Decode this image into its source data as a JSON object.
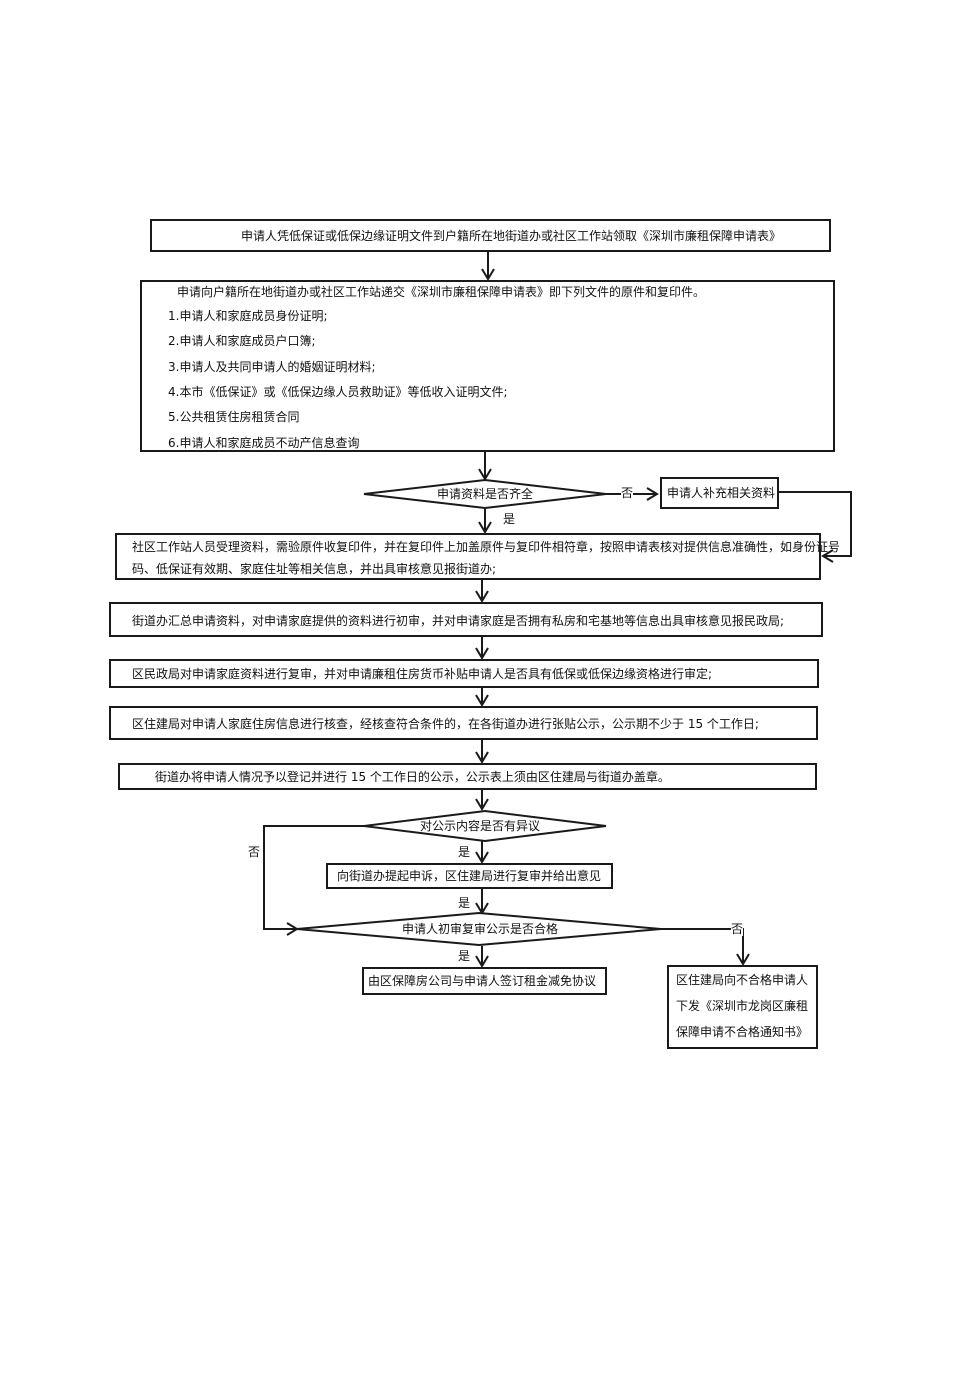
{
  "steps": {
    "step1": "申请人凭低保证或低保边缘证明文件到户籍所在地街道办或社区工作站领取《深圳市廉租保障申请表》",
    "step2": {
      "intro": "申请向户籍所在地街道办或社区工作站递交《深圳市廉租保障申请表》即下列文件的原件和复印件。",
      "items": [
        "1.申请人和家庭成员身份证明;",
        "2.申请人和家庭成员户口簿;",
        "3.申请人及共同申请人的婚姻证明材料;",
        "4.本市《低保证》或《低保边缘人员救助证》等低收入证明文件;",
        "5.公共租赁住房租赁合同",
        "6.申请人和家庭成员不动产信息查询"
      ]
    },
    "decision1": "申请资料是否齐全",
    "supplement": "申请人补充相关资料",
    "step3": {
      "line1": "社区工作站人员受理资料，需验原件收复印件，并在复印件上加盖原件与复印件相符章，按照申请表核对提供信息准确性，如身份证号",
      "line2": "码、低保证有效期、家庭住址等相关信息，并出具审核意见报街道办;"
    },
    "step4": "街道办汇总申请资料，对申请家庭提供的资料进行初审，并对申请家庭是否拥有私房和宅基地等信息出具审核意见报民政局;",
    "step5": "区民政局对申请家庭资料进行复审，并对申请廉租住房货币补贴申请人是否具有低保或低保边缘资格进行审定;",
    "step6": "区住建局对申请人家庭住房信息进行核查，经核查符合条件的，在各街道办进行张贴公示，公示期不少于 15 个工作日;",
    "step7": "街道办将申请人情况予以登记并进行 15 个工作日的公示，公示表上须由区住建局与街道办盖章。",
    "decision2": "对公示内容是否有异议",
    "appeal": "向街道办提起申诉，区住建局进行复审并给出意见",
    "decision3": "申请人初审复审公示是否合格",
    "agreement": "由区保障房公司与申请人签订租金减免协议",
    "notice": {
      "line1": "区住建局向不合格申请人",
      "line2": "下发《深圳市龙岗区廉租",
      "line3": "保障申请不合格通知书》"
    }
  },
  "labels": {
    "no": "否",
    "yes": "是"
  },
  "colors": {
    "line": "#1a1a1a",
    "background": "#ffffff"
  }
}
